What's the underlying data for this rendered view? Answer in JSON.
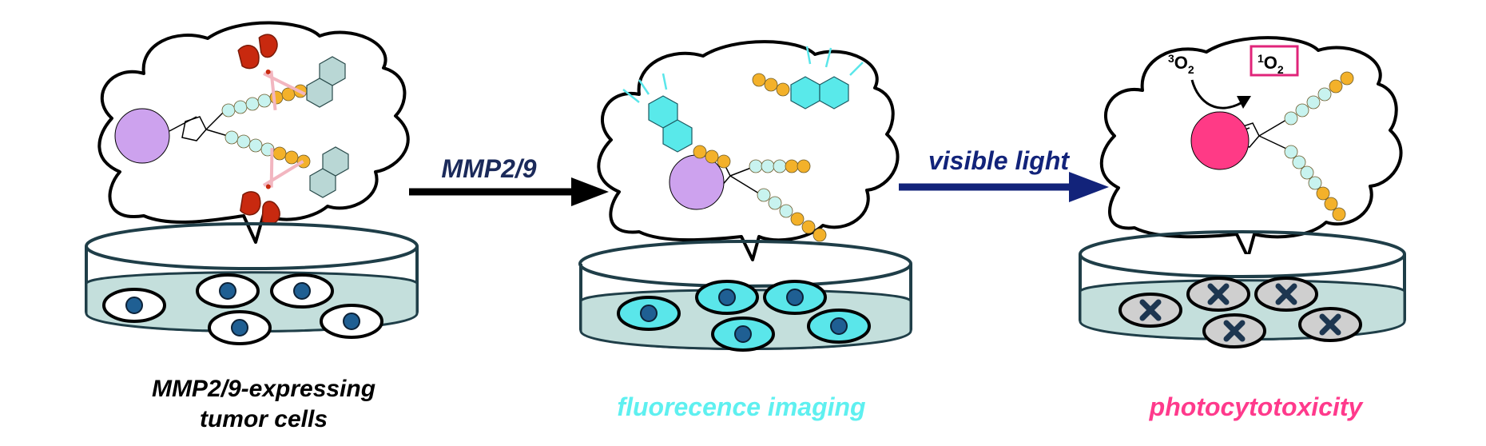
{
  "panels": [
    {
      "caption_lines": [
        "MMP2/9-expressing",
        "tumor cells"
      ],
      "caption_color": "#000000"
    },
    {
      "caption_lines": [
        "fluorecence imaging"
      ],
      "caption_color": "#5ef0f0"
    },
    {
      "caption_lines": [
        "photocytotoxicity"
      ],
      "caption_color": "#ff3a8c"
    }
  ],
  "arrows": [
    {
      "label": "MMP2/9",
      "color": "#000000",
      "label_color": "#1b2a5a"
    },
    {
      "label": "visible light",
      "color": "#12237a",
      "label_color": "#12237a"
    }
  ],
  "oxygen": {
    "triplet": {
      "sup": "3",
      "base": "O",
      "sub": "2"
    },
    "singlet": {
      "sup": "1",
      "base": "O",
      "sub": "2"
    }
  },
  "colors": {
    "photosensitizer_quenched": "#cda2ee",
    "photosensitizer_active": "#ff3a86",
    "peptide_bead_light": "#c8f3ef",
    "peptide_bead_gold": "#f3b12a",
    "quencher_ring": "#b9d7d5",
    "fluorophore_ring": "#59e9ea",
    "dish_media": "#c4dfdc",
    "cell_fluorescent": "#5ae6ea",
    "cell_dead": "#cfcfcf",
    "nucleus": "#1f5f93",
    "scissors": "#c8290f",
    "singlet_box": "#e0247a"
  }
}
